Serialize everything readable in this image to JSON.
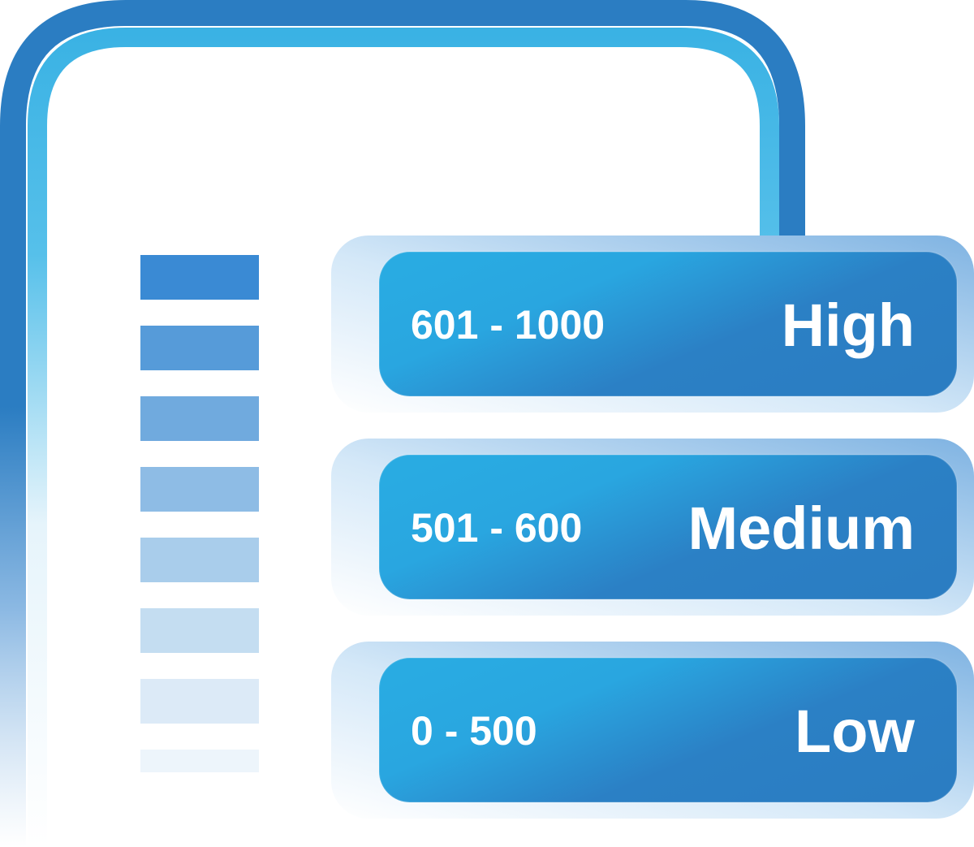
{
  "tiers": [
    {
      "range": "601 - 1000",
      "level": "High"
    },
    {
      "range": "501 - 600",
      "level": "Medium"
    },
    {
      "range": "0 - 500",
      "level": "Low"
    }
  ],
  "colors": {
    "frame_outer": "#2b7dc2",
    "frame_inner": "#36b0e3",
    "card_light": "#29abe2",
    "card_dark": "#2b7dc2",
    "bar_top": "#3a8ad4"
  }
}
